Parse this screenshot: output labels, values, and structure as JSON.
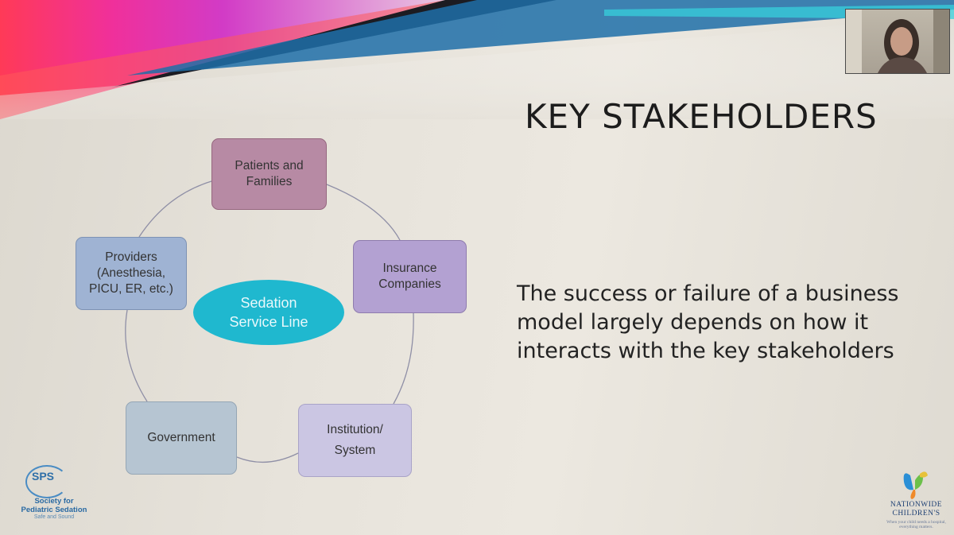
{
  "slide": {
    "title": "KEY STAKEHOLDERS",
    "body_lines": [
      "The success or failure of a business",
      "model largely depends on how it",
      "interacts with the key stakeholders"
    ]
  },
  "diagram": {
    "center": {
      "lines": [
        "Sedation",
        "Service Line"
      ],
      "color": "#1fb8cf"
    },
    "nodes": [
      {
        "id": "patients",
        "lines": [
          "Patients and",
          "Families"
        ],
        "color": "#b78aa4"
      },
      {
        "id": "insurance",
        "lines": [
          "Insurance",
          "Companies"
        ],
        "color": "#b3a1d2"
      },
      {
        "id": "institution",
        "lines": [
          "Institution/",
          "System"
        ],
        "color": "#cbc6e3"
      },
      {
        "id": "government",
        "lines": [
          "Government"
        ],
        "color": "#b6c5d2"
      },
      {
        "id": "providers",
        "lines": [
          "Providers",
          "(Anesthesia,",
          "PICU, ER, etc.)"
        ],
        "color": "#9fb3d3"
      }
    ]
  },
  "logos": {
    "sps": {
      "abbr": "SPS",
      "name_lines": [
        "Society for",
        "Pediatric Sedation"
      ],
      "tagline": "Safe and Sound"
    },
    "nationwide": {
      "name_lines": [
        "NATIONWIDE",
        "CHILDREN'S"
      ],
      "tagline": "When your child needs a hospital, everything matters."
    }
  },
  "video": {
    "icon": "participant-video-icon"
  },
  "colors": {
    "banner_pink": "#e02a9a",
    "banner_orange": "#ff4a4a",
    "banner_teal": "#22c4d8"
  }
}
